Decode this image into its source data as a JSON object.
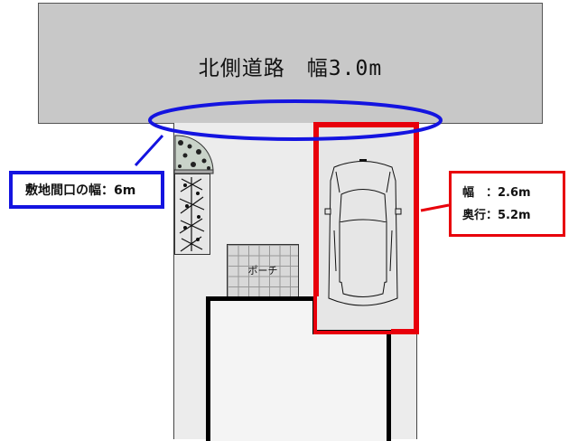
{
  "road": {
    "label": "北側道路　幅3.0m",
    "fill": "#c8c8c8"
  },
  "porch": {
    "label": "ポーチ"
  },
  "frontage_callout": {
    "label": "敷地間口の幅：6m",
    "color": "#1414e0"
  },
  "parking_callout": {
    "width_line": "幅　：2.6m",
    "depth_line": "奥行：5.2m",
    "color": "#e8000b"
  },
  "icons": {
    "car": "car-topview-icon",
    "plants": "plant-planter-icon"
  }
}
